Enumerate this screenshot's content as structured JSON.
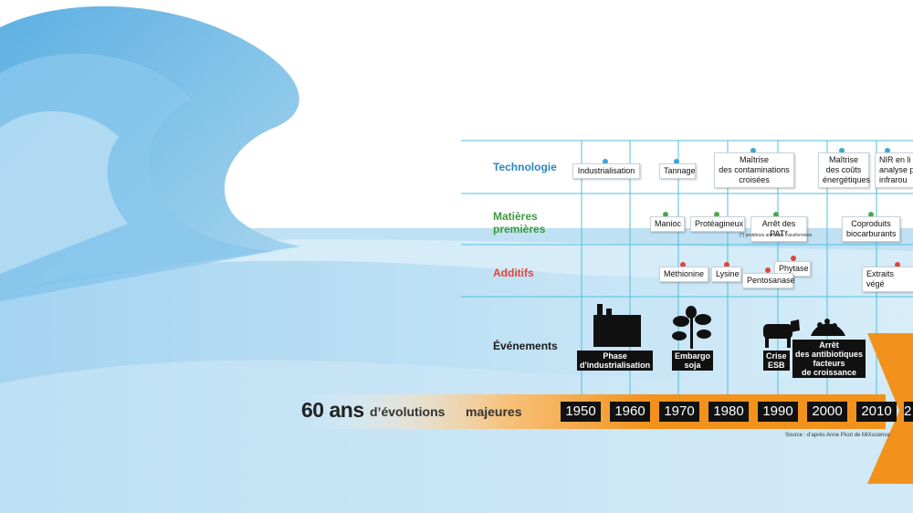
{
  "rows": {
    "technologie": "Technologie",
    "matieres_1": "Matières",
    "matieres_2": "premières",
    "additifs": "Additifs",
    "evenements": "Événements"
  },
  "technologie_items": [
    "Industrialisation",
    "Tannage",
    "Maîtrise\ndes contaminations\ncroisées",
    "Maîtrise\ndes coûts\nénergétiques",
    "NIR en li\nanalyse p\ninfrarou"
  ],
  "matieres_items": [
    "Manioc",
    "Protéagineux",
    "Arrêt des PAT*",
    "Coproduits\nbiocarburants"
  ],
  "matieres_note": "(*) protéines animales transformées",
  "additifs_items": [
    "Méthionine",
    "Lysine",
    "Phytase",
    "Pentosanase",
    "Extraits végé"
  ],
  "evenements_items": [
    "Phase\nd'industrialisation",
    "Embargo\nsoja",
    "Crise\nESB",
    "Arrêt\ndes antibiotiques\nfacteurs\nde croissance"
  ],
  "icons": {
    "industrialisation": "factory-icon",
    "embargo": "soybean-plant-icon",
    "esb": "cow-icon",
    "antibiotiques": "pills-pile-icon"
  },
  "timeline": {
    "title_big": "60 ans",
    "title_rest_1": "d’évolutions",
    "title_rest_2": "majeures",
    "years": [
      "1950",
      "1960",
      "1970",
      "1980",
      "1990",
      "2000",
      "2010",
      "2"
    ]
  },
  "source": "Source : d’après Anne Picot de MiXscience",
  "colors": {
    "technologie": "#2e86c1",
    "matieres": "#3b9a3a",
    "additifs": "#e0463f",
    "evenements": "#1a1a1a",
    "grid": "#4cc0e0",
    "arrow": "#f2921c"
  }
}
